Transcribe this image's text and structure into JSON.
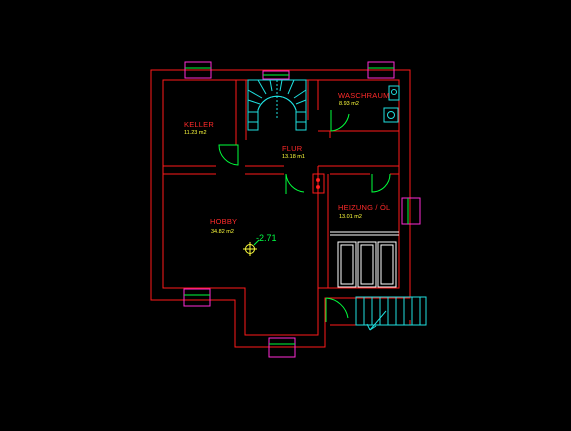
{
  "colors": {
    "background": "#000000",
    "wall": "#ff1a1a",
    "door": "#00ff3c",
    "stair": "#1fe0e0",
    "window": "#ff2bd6",
    "room_label": "#ff2a2a",
    "area_label": "#ffff3c",
    "fixture": "#ffffff",
    "level_mark": "#00ff44"
  },
  "rooms": {
    "keller": {
      "name": "KELLER",
      "area": "11.23 m2"
    },
    "waschraum": {
      "name": "WASCHRAUM",
      "area": "8.93 m2"
    },
    "flur": {
      "name": "FLUR",
      "area": "13.18 m1"
    },
    "hobby": {
      "name": "HOBBY",
      "area": "34.82 m2"
    },
    "heizung": {
      "name": "HEIZUNG / ÖL",
      "area": "13.01 m2"
    }
  },
  "level_mark": "-2.71",
  "icons": [
    "crosshair-marker-icon",
    "sink-icon",
    "toilet-icon"
  ]
}
